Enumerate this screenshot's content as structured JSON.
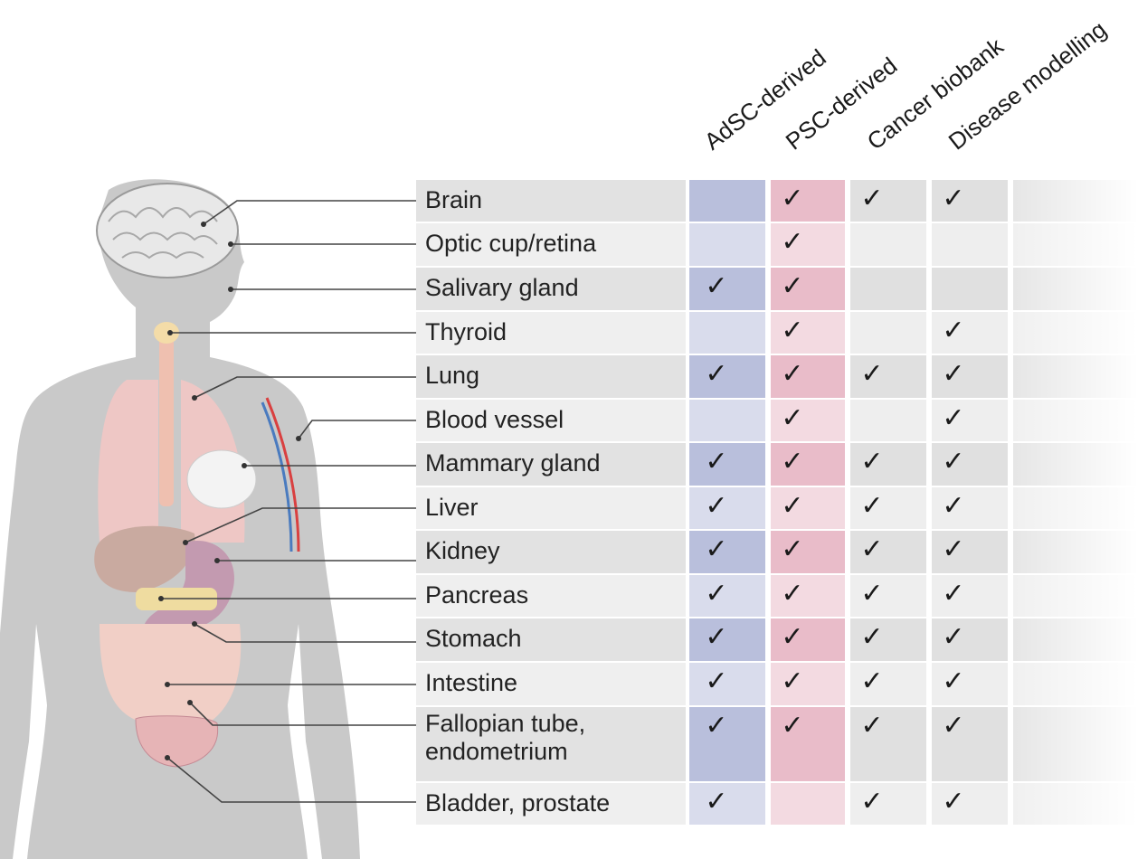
{
  "columns": [
    {
      "key": "adsc",
      "label": "AdSC-derived",
      "color": "#b9bfdc"
    },
    {
      "key": "psc",
      "label": "PSC-derived",
      "color": "#e9bcc9"
    },
    {
      "key": "cancer",
      "label": "Cancer biobank",
      "color": "#e0e0e0"
    },
    {
      "key": "disease",
      "label": "Disease modelling",
      "color": "#e0e0e0"
    }
  ],
  "check_symbol": "✓",
  "rows": [
    {
      "label": "Brain",
      "checks": [
        false,
        true,
        true,
        true
      ]
    },
    {
      "label": "Optic cup/retina",
      "checks": [
        false,
        true,
        false,
        false
      ]
    },
    {
      "label": "Salivary gland",
      "checks": [
        true,
        true,
        false,
        false
      ]
    },
    {
      "label": "Thyroid",
      "checks": [
        false,
        true,
        false,
        true
      ]
    },
    {
      "label": "Lung",
      "checks": [
        true,
        true,
        true,
        true
      ]
    },
    {
      "label": "Blood vessel",
      "checks": [
        false,
        true,
        false,
        true
      ]
    },
    {
      "label": "Mammary gland",
      "checks": [
        true,
        true,
        true,
        true
      ]
    },
    {
      "label": "Liver",
      "checks": [
        true,
        true,
        true,
        true
      ]
    },
    {
      "label": "Kidney",
      "checks": [
        true,
        true,
        true,
        true
      ]
    },
    {
      "label": "Pancreas",
      "checks": [
        true,
        true,
        true,
        true
      ]
    },
    {
      "label": "Stomach",
      "checks": [
        true,
        true,
        true,
        true
      ]
    },
    {
      "label": "Intestine",
      "checks": [
        true,
        true,
        true,
        true
      ]
    },
    {
      "label": "Fallopian tube,\nendometrium",
      "checks": [
        true,
        true,
        true,
        true
      ]
    },
    {
      "label": "Bladder, prostate",
      "checks": [
        true,
        false,
        true,
        true
      ]
    }
  ]
}
